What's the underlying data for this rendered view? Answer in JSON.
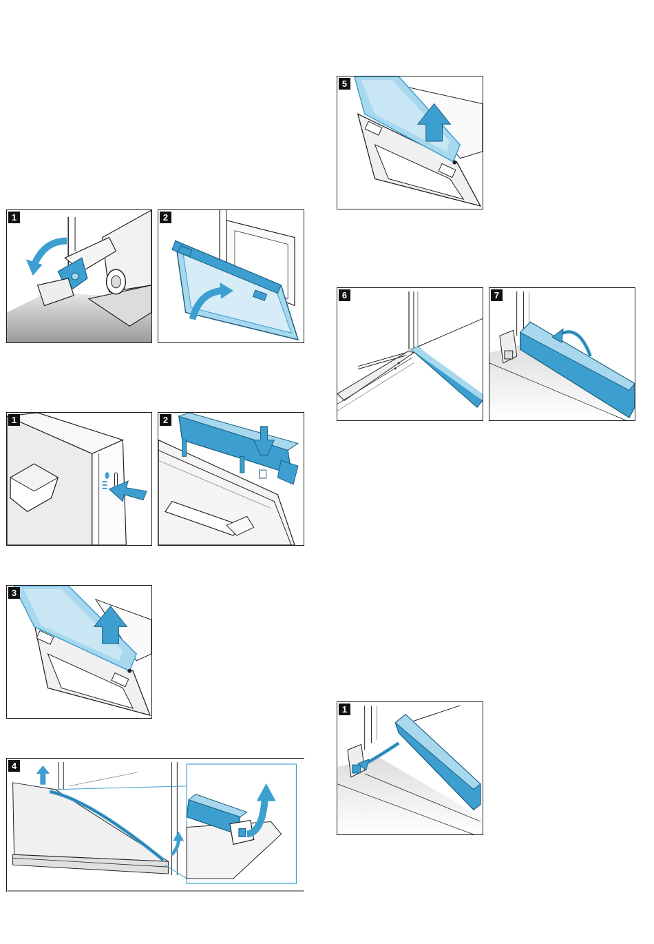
{
  "colors": {
    "accent_blue": "#3c9fd0",
    "light_blue": "#a8d8ee",
    "line": "#1a1a1a",
    "grey": "#c9c9c9"
  },
  "figures": [
    {
      "id": "a1",
      "step": "1"
    },
    {
      "id": "a2",
      "step": "2"
    },
    {
      "id": "b1",
      "step": "1"
    },
    {
      "id": "b2",
      "step": "2"
    },
    {
      "id": "b3",
      "step": "3"
    },
    {
      "id": "b4",
      "step": "4"
    },
    {
      "id": "r5",
      "step": "5"
    },
    {
      "id": "r6",
      "step": "6"
    },
    {
      "id": "r7",
      "step": "7"
    },
    {
      "id": "c1",
      "step": "1"
    }
  ]
}
